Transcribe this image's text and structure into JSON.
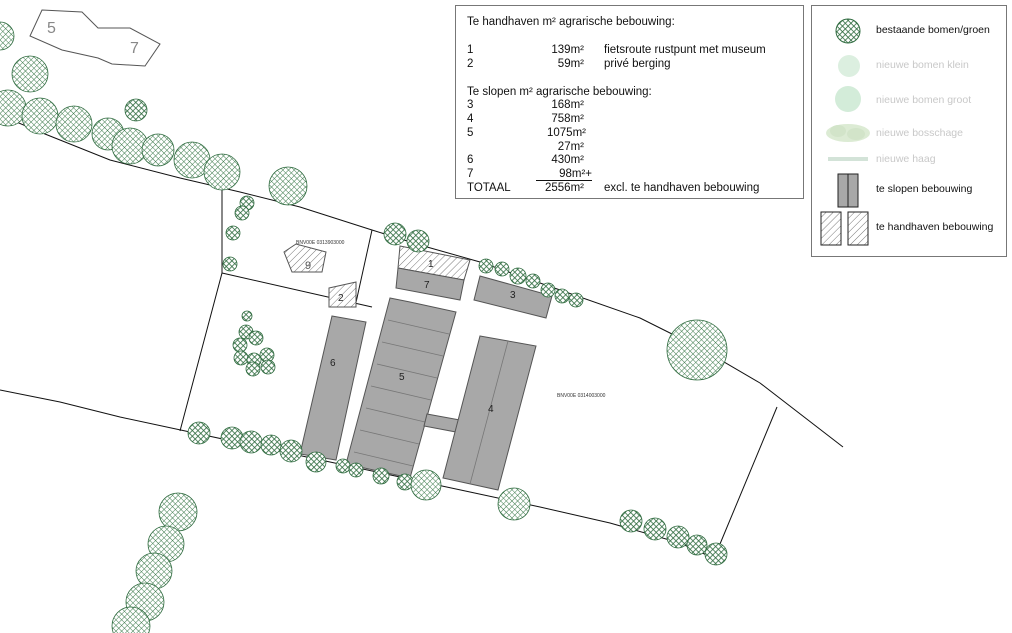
{
  "info": {
    "keep_title": "Te handhaven m² agrarische bebouwing:",
    "keep_rows": [
      {
        "nr": "1",
        "area": "139m²",
        "desc": "fietsroute rustpunt met museum"
      },
      {
        "nr": "2",
        "area": "59m²",
        "desc": "privé berging"
      }
    ],
    "demolish_title": "Te slopen m² agrarische bebouwing:",
    "demolish_rows": [
      {
        "nr": "3",
        "area": "168m²"
      },
      {
        "nr": "4",
        "area": "758m²"
      },
      {
        "nr": "5",
        "area": "1075m²"
      },
      {
        "nr": "",
        "area": "27m²"
      },
      {
        "nr": "6",
        "area": "430m²"
      },
      {
        "nr": "7",
        "area": "98m²+"
      }
    ],
    "total_label": "TOTAAL",
    "total_area": "2556m²",
    "total_note": "excl. te handhaven bebouwing"
  },
  "legend": {
    "items": [
      {
        "label": "bestaande bomen/groen",
        "color": "#2f6b3f"
      },
      {
        "label": "nieuwe bomen klein",
        "color": "#cfe9d4"
      },
      {
        "label": "nieuwe bomen groot",
        "color": "#cfe9d4"
      },
      {
        "label": "nieuwe bosschage",
        "color": "#cfe6c8"
      },
      {
        "label": "nieuwe haag",
        "color": "#cfe2d6"
      },
      {
        "label": "te slopen bebouwing",
        "color": "#a8a8a8"
      },
      {
        "label": "te handhaven bebouwing",
        "color": "#ffffff"
      }
    ],
    "muted_text_color": "#c8c8c8"
  },
  "map": {
    "top_building_labels": [
      "5",
      "7"
    ],
    "parcel_labels": [
      "BNV00E 0313903000",
      "BNV00E 0314003000"
    ],
    "building_labels": [
      "1",
      "2",
      "3",
      "4",
      "5",
      "6",
      "7",
      "9"
    ]
  },
  "colors": {
    "tree_dark": "#2f6b3f",
    "demolish_fill": "#a8a8a8",
    "line": "#111111"
  }
}
